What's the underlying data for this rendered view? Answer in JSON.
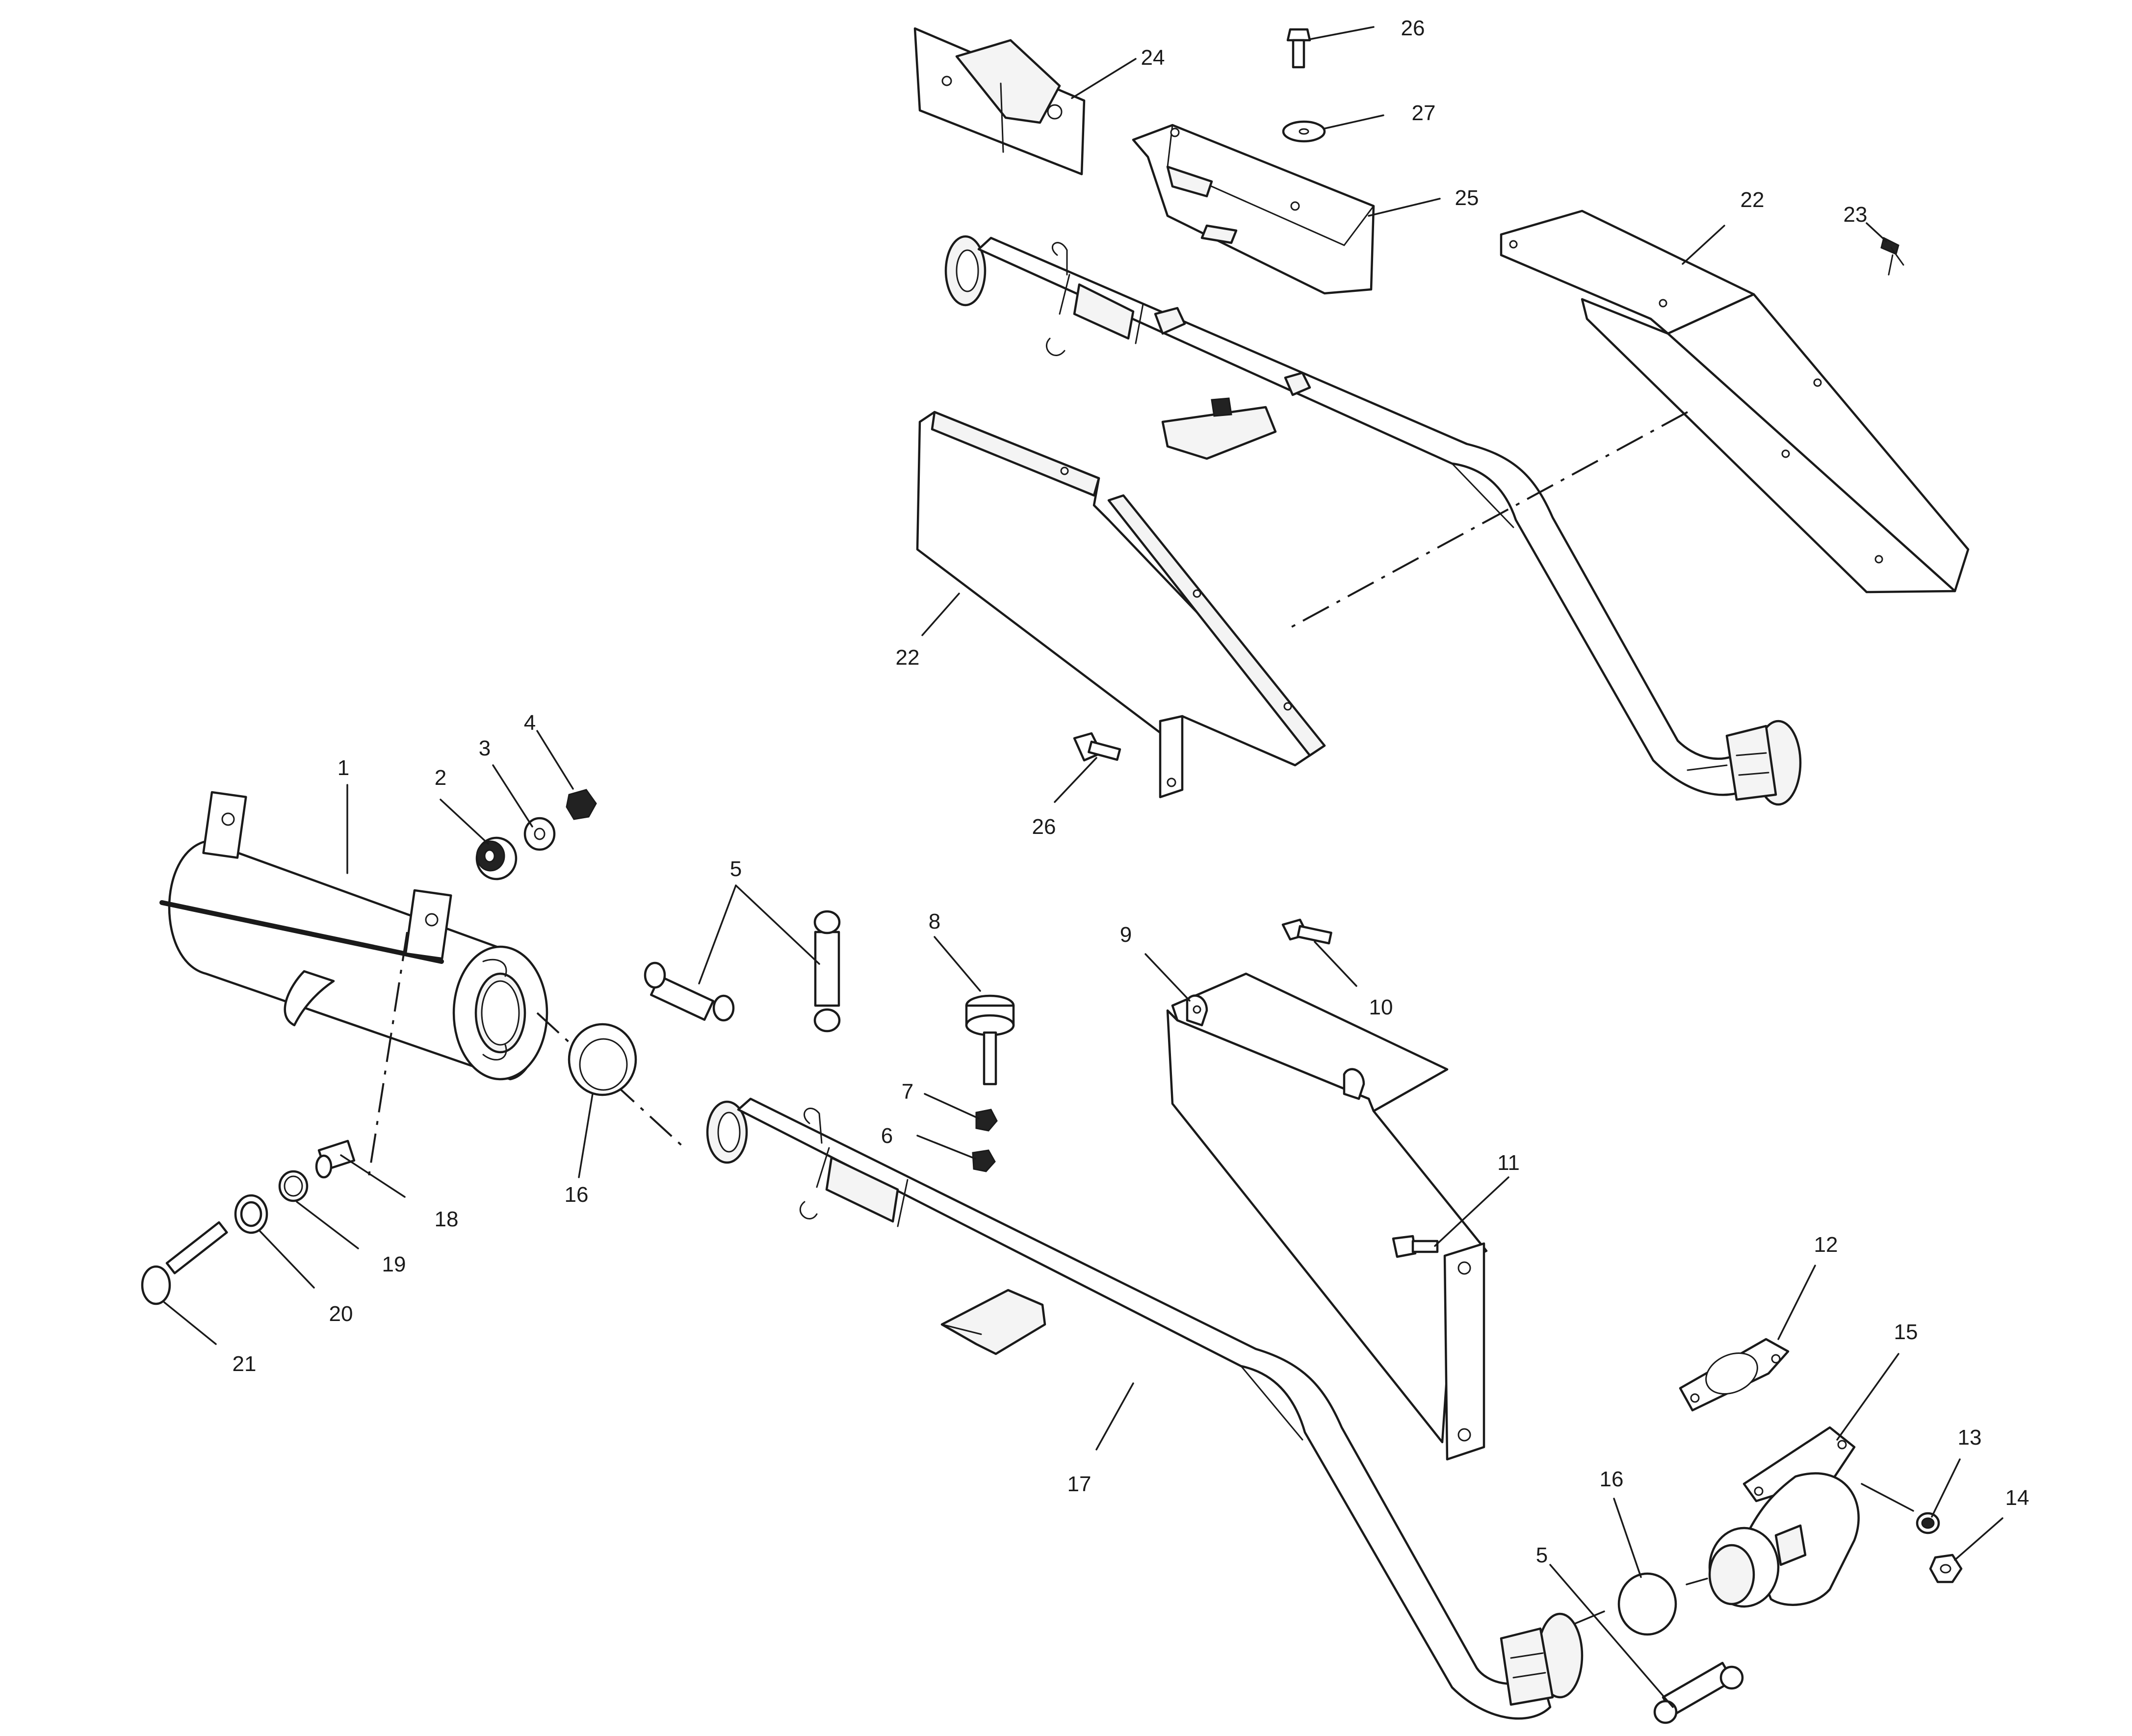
{
  "diagram": {
    "callouts": [
      {
        "id": "c1",
        "label": "1"
      },
      {
        "id": "c2",
        "label": "2"
      },
      {
        "id": "c3",
        "label": "3"
      },
      {
        "id": "c4",
        "label": "4"
      },
      {
        "id": "c5a",
        "label": "5"
      },
      {
        "id": "c5b",
        "label": "5"
      },
      {
        "id": "c6",
        "label": "6"
      },
      {
        "id": "c7",
        "label": "7"
      },
      {
        "id": "c8",
        "label": "8"
      },
      {
        "id": "c9",
        "label": "9"
      },
      {
        "id": "c10",
        "label": "10"
      },
      {
        "id": "c11",
        "label": "11"
      },
      {
        "id": "c12",
        "label": "12"
      },
      {
        "id": "c13",
        "label": "13"
      },
      {
        "id": "c14",
        "label": "14"
      },
      {
        "id": "c15",
        "label": "15"
      },
      {
        "id": "c16a",
        "label": "16"
      },
      {
        "id": "c16b",
        "label": "16"
      },
      {
        "id": "c17",
        "label": "17"
      },
      {
        "id": "c18",
        "label": "18"
      },
      {
        "id": "c19",
        "label": "19"
      },
      {
        "id": "c20",
        "label": "20"
      },
      {
        "id": "c21",
        "label": "21"
      },
      {
        "id": "c22a",
        "label": "22"
      },
      {
        "id": "c22b",
        "label": "22"
      },
      {
        "id": "c23",
        "label": "23"
      },
      {
        "id": "c24",
        "label": "24"
      },
      {
        "id": "c25",
        "label": "25"
      },
      {
        "id": "c26a",
        "label": "26"
      },
      {
        "id": "c26b",
        "label": "26"
      },
      {
        "id": "c27",
        "label": "27"
      }
    ]
  }
}
